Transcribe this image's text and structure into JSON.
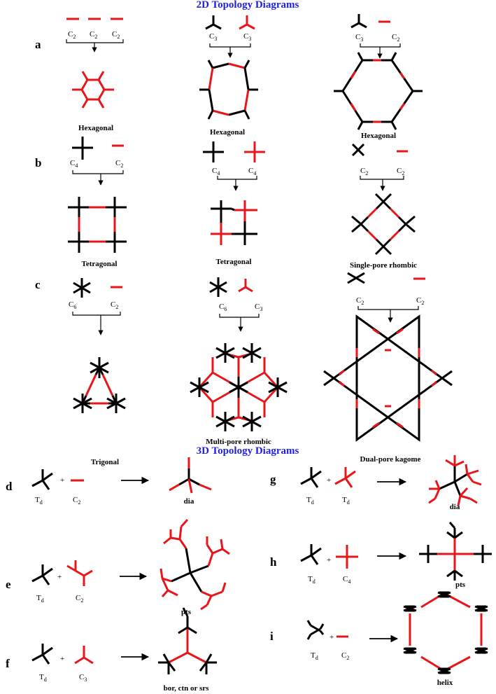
{
  "titles": {
    "top": "2D Topology Diagrams",
    "mid": "3D Topology Diagrams"
  },
  "panels": [
    "a",
    "b",
    "c",
    "d",
    "e",
    "f",
    "g",
    "h",
    "i"
  ],
  "sym": {
    "a1": [
      "C2",
      "C2",
      "C2"
    ],
    "a2": [
      "C3",
      "C3"
    ],
    "a3": [
      "C3",
      "C2"
    ],
    "b1": [
      "C4",
      "C2"
    ],
    "b2": [
      "C4",
      "C4"
    ],
    "b3": [
      "C2",
      "C2"
    ],
    "c1": [
      "C6",
      "C2"
    ],
    "c2": [
      "C6",
      "C3"
    ],
    "c3": [
      "C2",
      "C2"
    ],
    "d": [
      "Td",
      "C2"
    ],
    "e": [
      "Td",
      "C2"
    ],
    "f": [
      "Td",
      "C3"
    ],
    "g": [
      "Td",
      "Td"
    ],
    "h": [
      "Td",
      "C4"
    ],
    "i": [
      "Td",
      "C2"
    ]
  },
  "names": {
    "a1": "Hexagonal",
    "a2": "Hexagonal",
    "a3": "Hexagonal",
    "b1": "Tetragonal",
    "b2": "Tetragonal",
    "b3": "Single-pore rhombic",
    "c1": "Trigonal",
    "c2": "Multi-pore rhombic",
    "c3": "Dual-pore kagome",
    "d": "dia",
    "e": "pts",
    "f": "bor, ctn or srs",
    "g": "dia",
    "h": "pts",
    "i": "helix"
  },
  "plus": "+",
  "colors": {
    "linker_red": "#e8151b",
    "node_black": "#000000",
    "title_blue": "#1f1fe0"
  }
}
